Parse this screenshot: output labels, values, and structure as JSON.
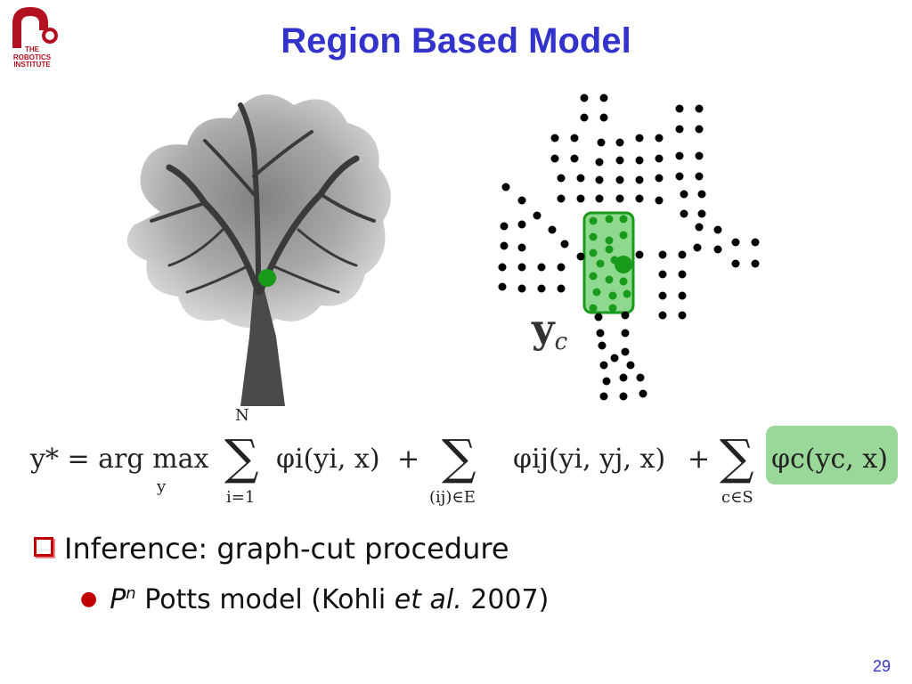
{
  "logo": {
    "line1": "THE",
    "line2": "ROBOTICS",
    "line3": "INSTITUTE"
  },
  "title": "Region Based Model",
  "lattice_label": {
    "symbol": "y",
    "subscript": "c"
  },
  "equation": {
    "lhs": "y* = arg max",
    "argmax_sub": "y",
    "sum1_top": "N",
    "sum1_bottom": "i=1",
    "term1": "φi(yi, x)",
    "sum2_bottom": "(ij)∈E",
    "term2": "φij(yi, yj, x)",
    "sum3_bottom": "c∈S",
    "term3": "φc(yc, x)",
    "highlight_color": "#9ad89a"
  },
  "bullets": [
    {
      "text": "Inference: graph-cut procedure"
    },
    {
      "prefix": "P",
      "superscript": "n",
      "text": " Potts model (Kohli ",
      "italic": "et al.",
      "suffix": " 2007)"
    }
  ],
  "page_number": "29",
  "colors": {
    "title": "#3333cc",
    "accent": "#c00000",
    "green": "#1a9a1a",
    "light_green": "#8fd88f"
  }
}
